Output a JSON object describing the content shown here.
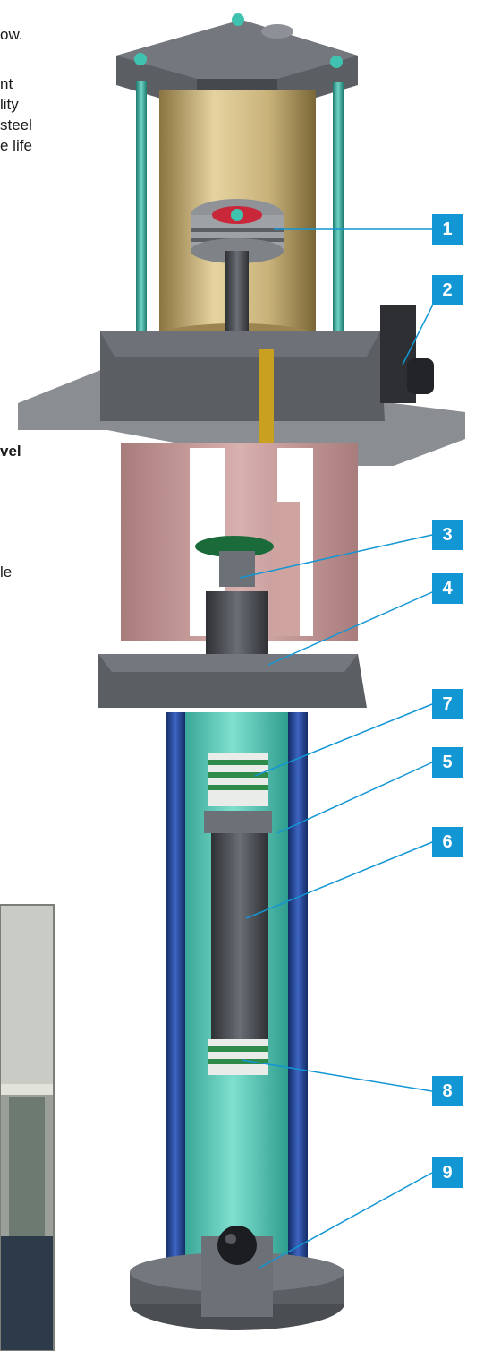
{
  "text_fragments": [
    {
      "id": "ow",
      "text": "ow."
    },
    {
      "id": "nt",
      "text": "nt"
    },
    {
      "id": "lity",
      "text": "lity"
    },
    {
      "id": "steel",
      "text": "steel"
    },
    {
      "id": "life",
      "text": "e life"
    },
    {
      "id": "vel",
      "text": "vel"
    },
    {
      "id": "le",
      "text": "le"
    }
  ],
  "callouts": [
    "1",
    "2",
    "3",
    "4",
    "7",
    "5",
    "6",
    "8",
    "9"
  ],
  "colors": {
    "callout": "#1296d4",
    "leader": "#1296d4",
    "cylinder": "#c9b27a",
    "frame": "#c99a9a",
    "tie_rods": "#36a59a",
    "lower_tube": "#3fc3b0",
    "lower_rods": "#1f3f8c",
    "steel_dark": "#4a4d52"
  }
}
